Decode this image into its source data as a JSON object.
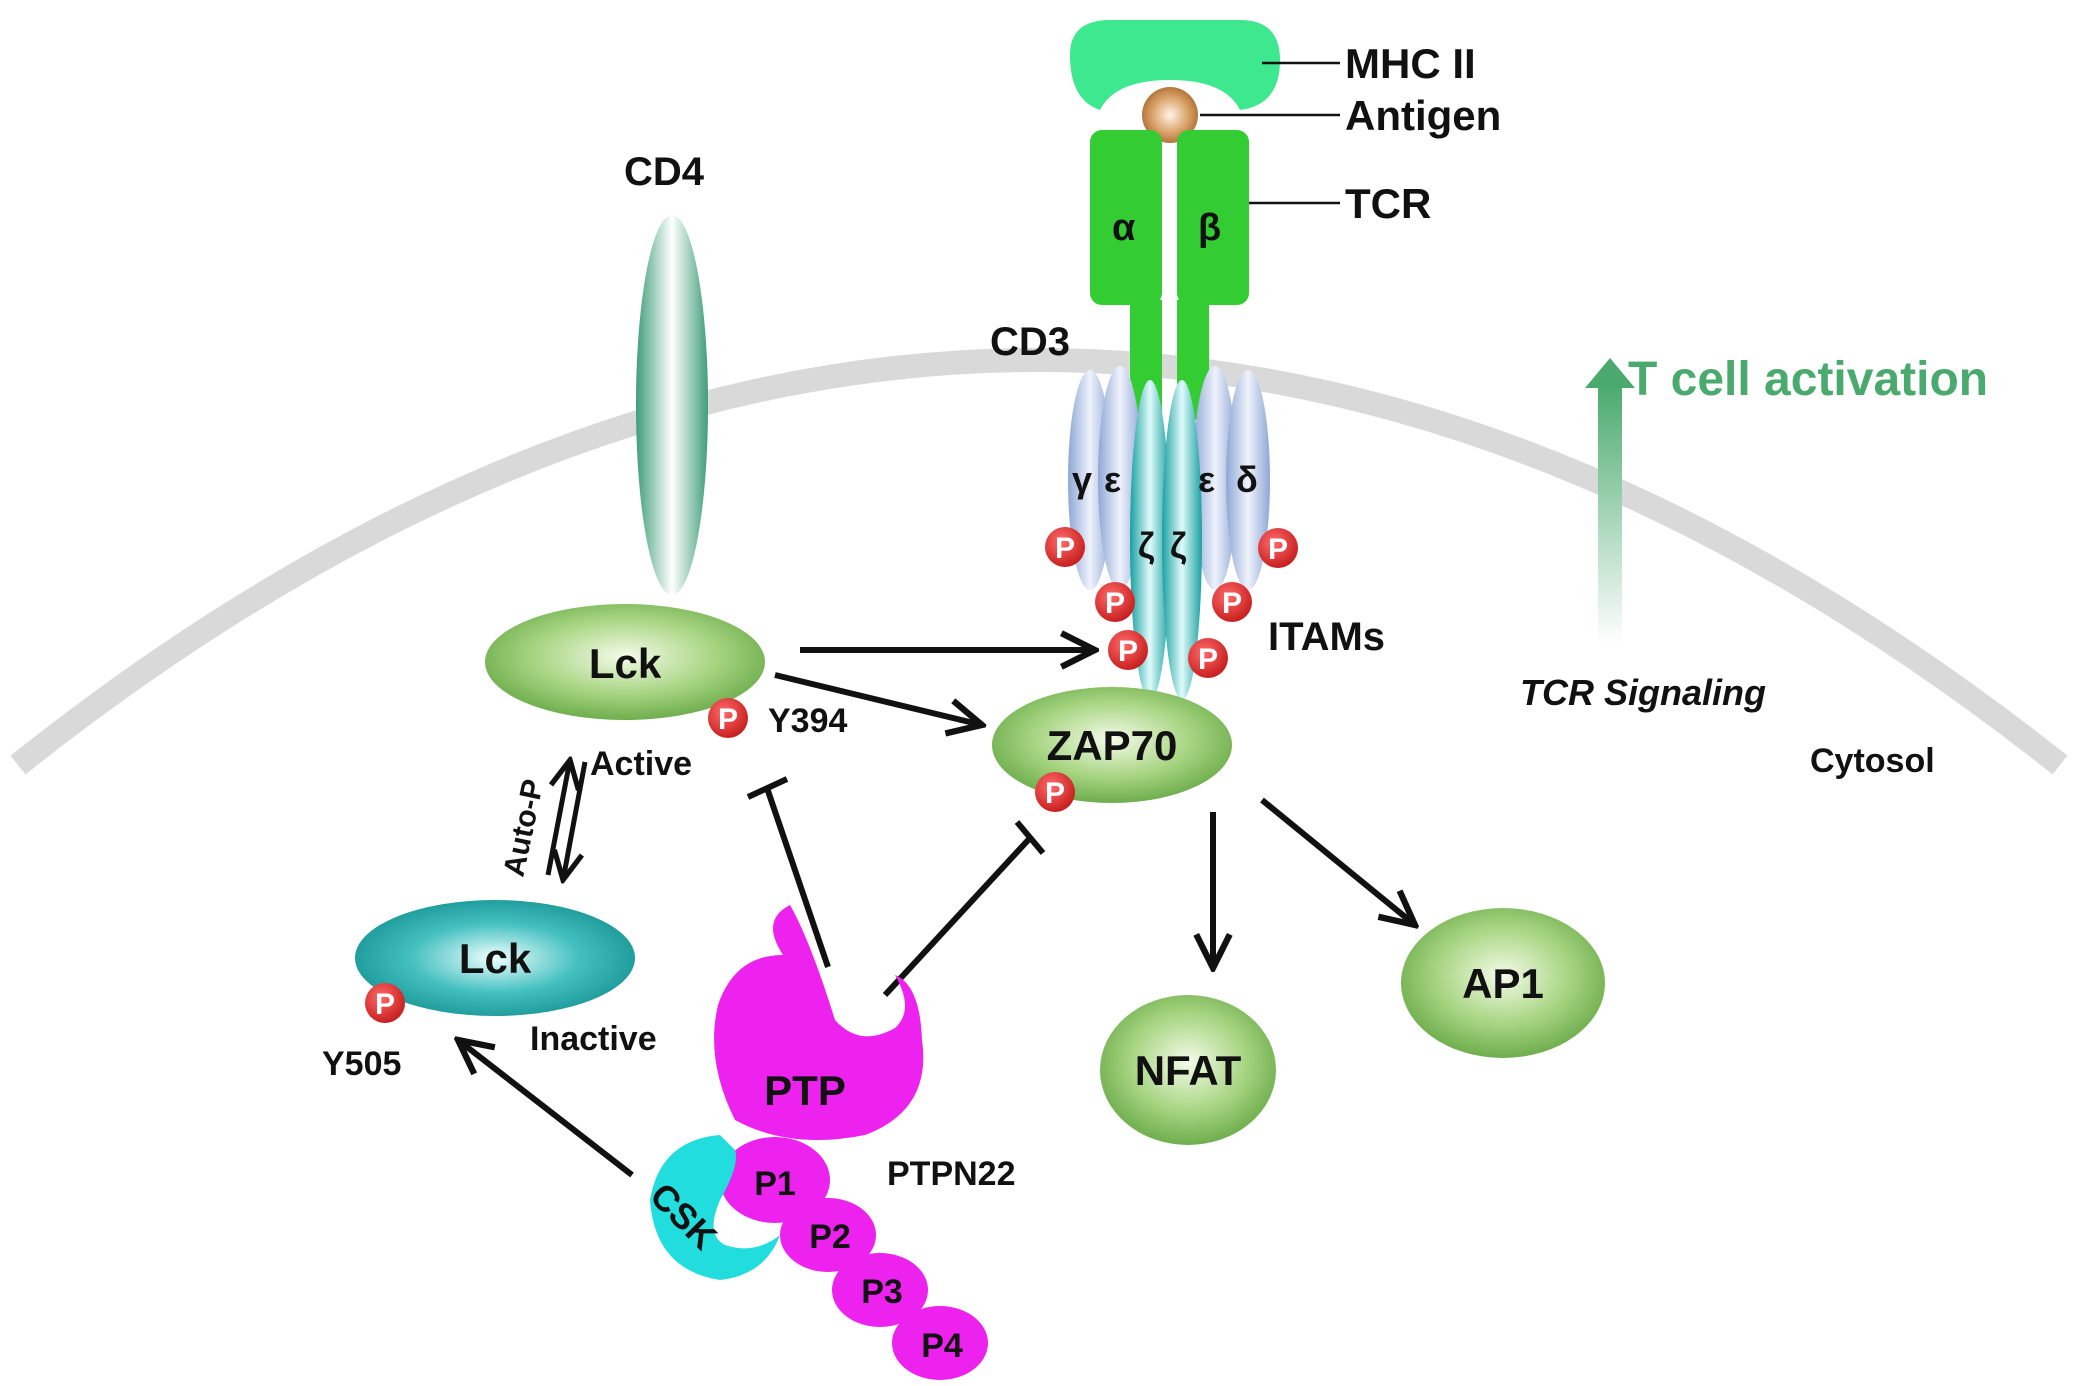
{
  "labels": {
    "mhc": "MHC II",
    "antigen": "Antigen",
    "tcr": "TCR",
    "alpha": "α",
    "beta": "β",
    "cd4": "CD4",
    "cd3": "CD3",
    "gamma": "γ",
    "eps1": "ε",
    "zeta1": "ζ",
    "zeta2": "ζ",
    "eps2": "ε",
    "delta": "δ",
    "itams": "ITAMs",
    "lck_active": "Lck",
    "lck_inactive": "Lck",
    "y394": "Y394",
    "y505": "Y505",
    "active": "Active",
    "inactive": "Inactive",
    "autop": "Auto-P",
    "zap70": "ZAP70",
    "nfat": "NFAT",
    "ap1": "AP1",
    "ptp": "PTP",
    "ptpn22": "PTPN22",
    "csk": "CSK",
    "p1": "P1",
    "p2": "P2",
    "p3": "P3",
    "p4": "P4",
    "tcell_activation": "T cell activation",
    "tcr_signaling": "TCR Signaling",
    "cytosol": "Cytosol",
    "phospho": "P"
  },
  "colors": {
    "membrane": "#d9d9d9",
    "mhc": "#3de88f",
    "antigen": "#c8864a",
    "tcr": "#33cc33",
    "green_protein": "#7fbf5a",
    "teal_lck": "#1aa6a6",
    "ptpn22": "#ee22ee",
    "csk": "#22dddd",
    "phospho": "#d42222",
    "activation_text": "#4aaa6e"
  }
}
